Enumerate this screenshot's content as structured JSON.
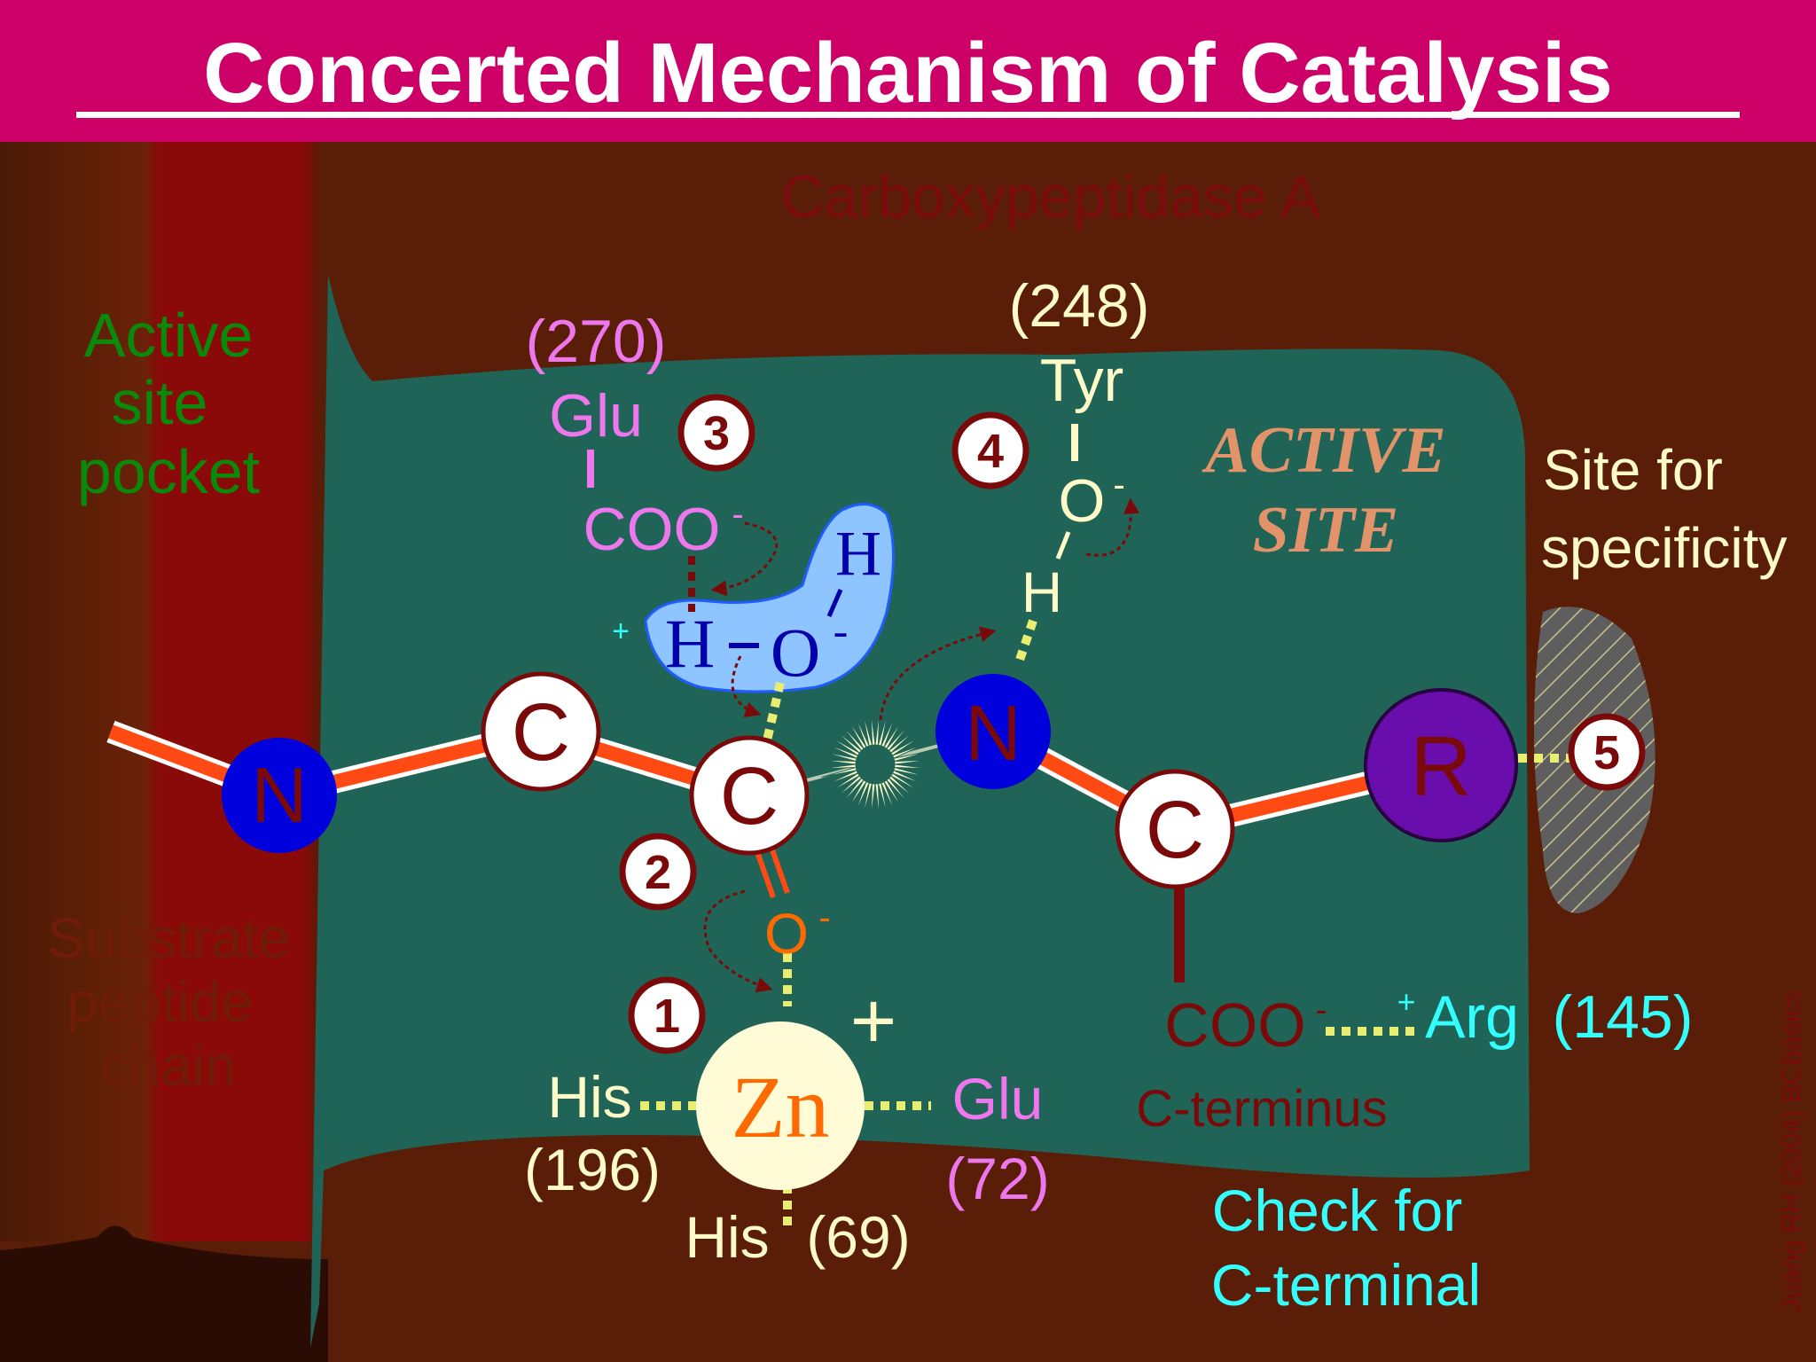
{
  "title": "Concerted Mechanism of Catalysis",
  "enzyme_name": "Carboxypeptidase A",
  "labels": {
    "active_site_pocket": [
      "Active",
      "site",
      "pocket"
    ],
    "substrate_chain": [
      "Substrate",
      "peptide",
      "chain"
    ],
    "active_site": [
      "ACTIVE",
      "SITE"
    ],
    "site_for_specificity": [
      "Site for",
      "specificity"
    ],
    "c_terminus": "C-terminus",
    "check_c_terminal": [
      "Check for",
      "C-terminal"
    ],
    "credit": "Juang RH (2004) BCbasics"
  },
  "residues": {
    "glu270": {
      "number": "(270)",
      "name": "Glu",
      "group": "COO",
      "charge": "-"
    },
    "tyr248": {
      "number": "(248)",
      "name": "Tyr",
      "o": "O",
      "charge": "-",
      "h": "H"
    },
    "his196": {
      "name": "His",
      "number": "(196)"
    },
    "glu72": {
      "name": "Glu",
      "number": "(72)"
    },
    "his69": {
      "name": "His",
      "number": "(69)"
    },
    "arg145": {
      "charge": "+",
      "name": "Arg",
      "number": "(145)"
    }
  },
  "water": {
    "h_top": "H",
    "h_left": "H",
    "o": "O",
    "o_charge": "-",
    "plus": "+"
  },
  "atoms": {
    "n1": "N",
    "c1": "C",
    "c2": "C",
    "n2": "N",
    "c3": "C",
    "r": "R",
    "zn": "Zn",
    "carbonyl_o": "O",
    "carbonyl_o_charge": "-",
    "zn_plus": "+",
    "term_coo": "COO",
    "term_coo_charge": "-"
  },
  "steps": [
    "1",
    "2",
    "3",
    "4",
    "5"
  ],
  "colors": {
    "title_bar": "#cc0066",
    "curtain": "#5a1e08",
    "active_site_bg": "#1f6456",
    "bond": "#ff4a14",
    "nitrogen": "#0000dd",
    "r_group": "#6a0dad",
    "zinc": "#fffbd6",
    "water_blob": "#8ec4ff",
    "yellow_dots": "#e9ee70",
    "pink": "#ee77ee",
    "cream": "#fffbc8",
    "orange": "#ff6a00",
    "cyan": "#33ffff",
    "maroon": "#7a0a0a"
  }
}
